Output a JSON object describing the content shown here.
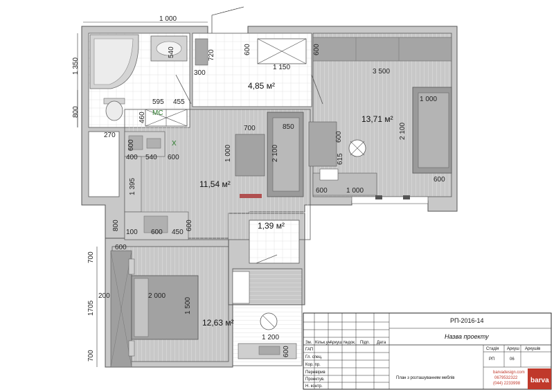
{
  "rooms": {
    "hall_area": "4,85 м²",
    "living_area": "13,71 м²",
    "kitchen_area": "11,54 м²",
    "closet_area": "1,39 м²",
    "bedroom_area": "12,63 м²",
    "wc_label": "МС",
    "x_mark": "X"
  },
  "dims": {
    "top_1000": "1 000",
    "d540": "540",
    "d720": "720",
    "d600_door": "600",
    "d600_top": "600",
    "d1150": "1 150",
    "d3500": "3 500",
    "d300": "300",
    "d1350": "1 350",
    "d800_left": "800",
    "d595": "595",
    "d455": "455",
    "d460": "460",
    "d270": "270",
    "d700_table": "700",
    "d850": "850",
    "d1000_table": "1 000",
    "d2100_sofa": "2 100",
    "d600_armchair": "600",
    "d615": "615",
    "d1000_sofa": "1 000",
    "d2100_right": "2 100",
    "d600_row": "600",
    "d1000_row": "1 000",
    "d600_right": "600",
    "d600_k1": "600",
    "d400": "400",
    "d540_k": "540",
    "d600_k2": "600",
    "d1395": "1 395",
    "d800_k": "800",
    "d100": "100",
    "d600_k3": "600",
    "d450": "450",
    "d600_kv": "600",
    "d700_b1": "700",
    "d600_wardrobe": "600",
    "d1705": "1705",
    "d200": "200",
    "d2000": "2 000",
    "d1500": "1 500",
    "d1200": "1 200",
    "d600_desk": "600",
    "d700_b2": "700"
  },
  "title_block": {
    "code": "РП-2016-14",
    "project_name": "Назва проекту",
    "header_cols": [
      "Зм.",
      "Кільк.уч",
      "Аркуш",
      "№док.",
      "Підп.",
      "Дата"
    ],
    "roles": [
      "ГАП",
      "Гл. спец.",
      "Кор. пр.",
      "Перевірив",
      "Проектув.",
      "Н. контр."
    ],
    "stage_label": "Стадія",
    "sheet_label": "Аркуш",
    "sheets_label": "Аркушів",
    "stage_value": "РП",
    "sheet_value": "06",
    "drawing_title": "План з розташуванням меблів",
    "company_site": "barvadesign.com",
    "company_phone1": "0679532322",
    "company_phone2": "(044) 2233998",
    "logo_text": "barva"
  },
  "colors": {
    "wall": "#c8c8c8",
    "wall_stroke": "#555555",
    "floor_line": "#e4e4e4",
    "furniture": "#9a9a9a",
    "furniture_light": "#d8d8d8",
    "accent_logo": "#c0392b",
    "wc_green": "#2a7a2a"
  }
}
